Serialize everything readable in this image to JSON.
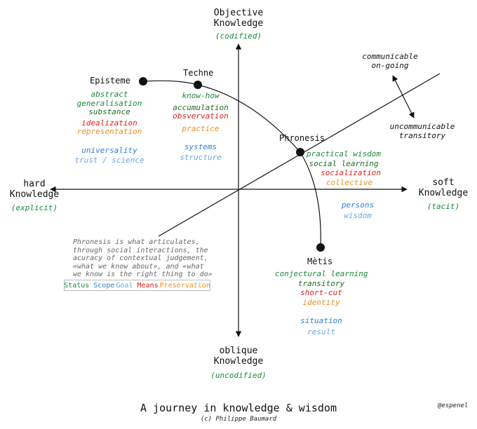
{
  "axes": {
    "top": {
      "line1": "Objective",
      "line2": "Knowledge",
      "sub": "(codified)"
    },
    "bottom": {
      "line1": "oblique",
      "line2": "Knowledge",
      "sub": "(uncodified)"
    },
    "left": {
      "line1": "hard",
      "line2": "Knowledge",
      "sub": "(explicit)"
    },
    "right": {
      "line1": "soft",
      "line2": "Knowledge",
      "sub": "(tacit)"
    }
  },
  "diagonal": {
    "top_label_line1": "communicable",
    "top_label_line2": "on-going",
    "bottom_label_line1": "uncommunicable",
    "bottom_label_line2": "transitory"
  },
  "nodes": {
    "episteme": {
      "name": "Episteme",
      "terms": [
        "abstract",
        "generalisation",
        "substance",
        "idealization",
        "representation",
        "universality",
        "trust / science"
      ]
    },
    "techne": {
      "name": "Techne",
      "terms": [
        "know-how",
        "accumulation",
        "obsvervation",
        "practice",
        "systems",
        "structure"
      ]
    },
    "phronesis": {
      "name": "Phronesis",
      "terms": [
        "practical wisdom",
        "social learning",
        "socialization",
        "collective",
        "persons",
        "wisdom"
      ]
    },
    "metis": {
      "name": "Mètis",
      "terms": [
        "conjectural learning",
        "transitory",
        "short-cut",
        "identity",
        "situation",
        "result"
      ]
    }
  },
  "note": {
    "line1": "Phronesis is what articulates,",
    "line2": "through social interactions, the",
    "line3": "acuracy of contextual judgement,",
    "line4": "«what we know about», and «what",
    "line5": "we know is the right thing to do»"
  },
  "legend": [
    "Status",
    "Scope",
    "Goal",
    "Means",
    "Preservation"
  ],
  "colors": {
    "status": "#1a8a3a",
    "scope": "#2a7fd6",
    "goal": "#6aa8e0",
    "means": "#e0201e",
    "preservation": "#f08c1e"
  },
  "footer": {
    "title": "A journey in knowledge & wisdom",
    "credit": "(c) Philippe Baumard",
    "handle": "@espenel"
  }
}
